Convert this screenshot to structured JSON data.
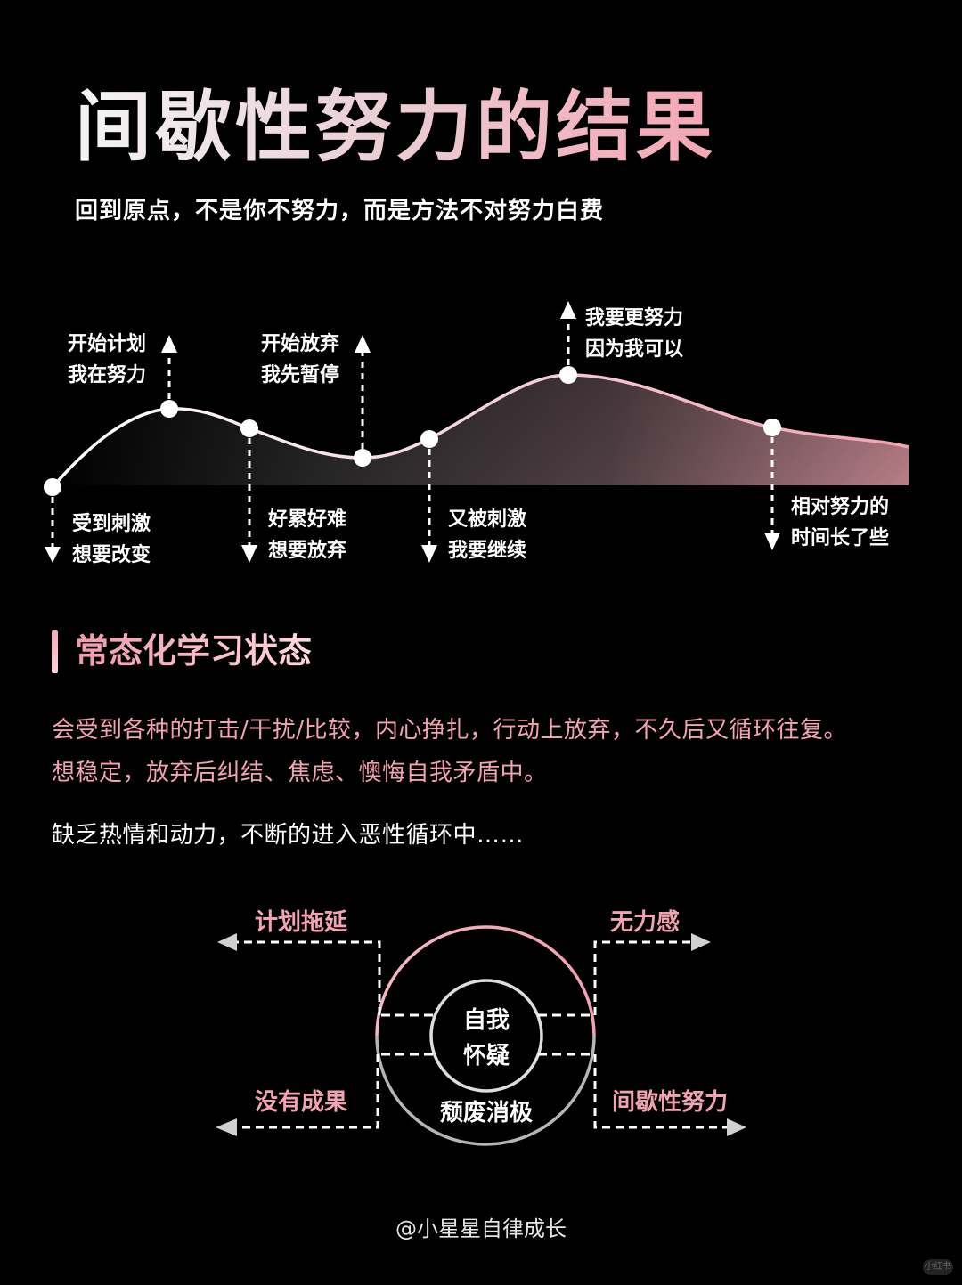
{
  "header": {
    "title": "间歇性努力的结果",
    "subtitle": "回到原点，不是你不努力，而是方法不对努力白费"
  },
  "wave_chart": {
    "milestones": [
      {
        "id": "m1",
        "lines": [
          "受到刺激",
          "想要改变"
        ],
        "direction": "down"
      },
      {
        "id": "m2",
        "lines": [
          "开始计划",
          "我在努力"
        ],
        "direction": "up"
      },
      {
        "id": "m3",
        "lines": [
          "好累好难",
          "想要放弃"
        ],
        "direction": "down"
      },
      {
        "id": "m4",
        "lines": [
          "开始放弃",
          "我先暂停"
        ],
        "direction": "up"
      },
      {
        "id": "m5",
        "lines": [
          "又被刺激",
          "我要继续"
        ],
        "direction": "down"
      },
      {
        "id": "m6",
        "lines": [
          "我要更努力",
          "因为我可以"
        ],
        "direction": "up"
      },
      {
        "id": "m7",
        "lines": [
          "相对努力的",
          "时间长了些"
        ],
        "direction": "down"
      }
    ],
    "colors": {
      "curve_start": "#ffffff",
      "curve_end": "#f4a3b3",
      "fill_end": "#e79aa8"
    }
  },
  "section": {
    "title": "常态化学习状态",
    "para1": "会受到各种的打击/干扰/比较，内心挣扎，行动上放弃，不久后又循环往复。",
    "para2": "想稳定，放弃后纠结、焦虑、懊悔自我矛盾中。",
    "para3": "缺乏热情和动力，不断的进入恶性循环中……"
  },
  "cycle": {
    "inner_line1": "自我",
    "inner_line2": "怀疑",
    "ring_label": "颓废消极",
    "top_left": "计划拖延",
    "top_right": "无力感",
    "bottom_left": "没有成果",
    "bottom_right": "间歇性努力"
  },
  "footer": {
    "credit": "@小星星自律成长",
    "watermark": "小红书"
  },
  "theme": {
    "accent": "#f2a3b1",
    "background": "#000000",
    "text": "#ffffff"
  }
}
